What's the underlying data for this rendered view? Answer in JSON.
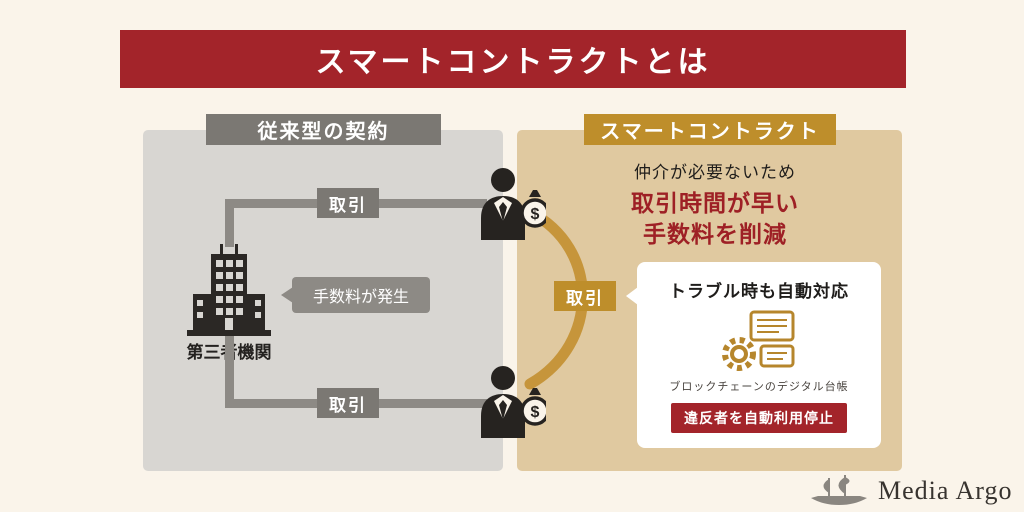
{
  "title": "スマートコントラクトとは",
  "left_panel": {
    "header": "従来型の契約",
    "building_label": "第三者機関",
    "bubble": "手数料が発生",
    "transaction_top": "取引",
    "transaction_bottom": "取引"
  },
  "right_panel": {
    "header": "スマートコントラクト",
    "line1": "仲介が必要ないため",
    "line2": "取引時間が早い",
    "line3": "手数料を削減",
    "transaction": "取引",
    "card": {
      "title": "トラブル時も自動対応",
      "caption": "ブロックチェーンのデジタル台帳",
      "badge": "違反者を自動利用停止"
    }
  },
  "icons": {
    "dollar_top": "$",
    "dollar_bottom": "$"
  },
  "logo": "Media Argo",
  "colors": {
    "background": "#FAF4EA",
    "banner_red": "#A3242A",
    "panel_gray": "#D8D6D2",
    "panel_tan": "#E0C9A0",
    "badge_gray": "#7B7873",
    "gold": "#BE8E2B",
    "red_text": "#9E2025",
    "dark": "#242220"
  }
}
